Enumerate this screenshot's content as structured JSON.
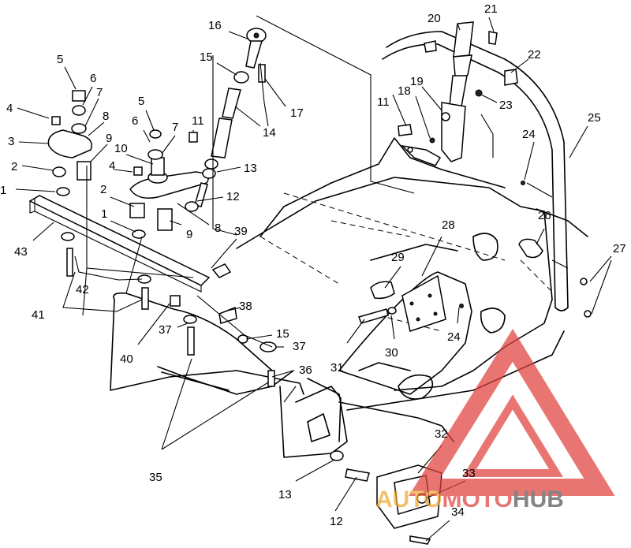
{
  "diagram": {
    "callouts": [
      "1",
      "2",
      "3",
      "4",
      "5",
      "6",
      "7",
      "8",
      "9",
      "10",
      "11",
      "12",
      "13",
      "14",
      "15",
      "16",
      "17",
      "18",
      "19",
      "20",
      "21",
      "22",
      "23",
      "24",
      "25",
      "26",
      "27",
      "28",
      "29",
      "30",
      "31",
      "32",
      "33",
      "34",
      "35",
      "36",
      "37",
      "38",
      "39",
      "40",
      "41",
      "42",
      "43"
    ]
  },
  "watermark": {
    "part1": "AUTO",
    "part2": "MOTO",
    "part3": "HUB",
    "colors": {
      "triangle": "#e0413c",
      "auto": "#f0a830",
      "moto": "#e0413c",
      "hub": "#555555"
    }
  }
}
